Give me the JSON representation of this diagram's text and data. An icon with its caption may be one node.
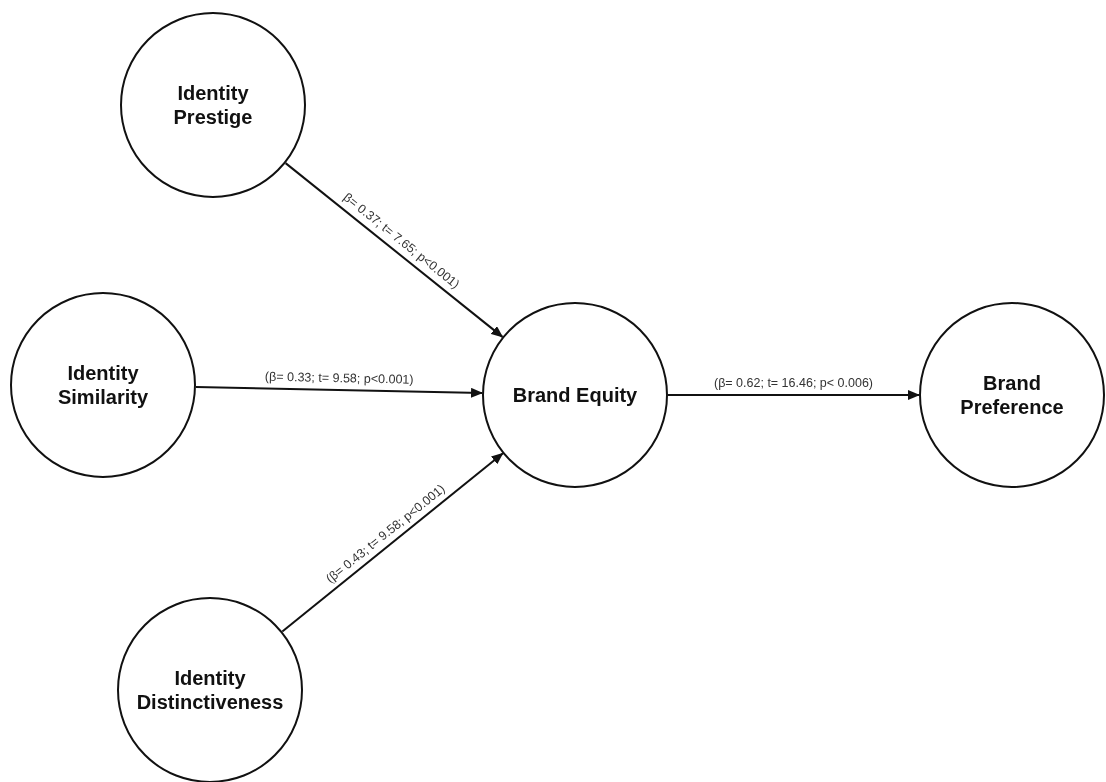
{
  "diagram": {
    "nodes": [
      {
        "text": [
          "Identity Prestige"
        ]
      },
      {
        "text": [
          "Identity Similarity"
        ]
      },
      {
        "text": [
          "Identity Distinctiveness"
        ]
      },
      {
        "text": [
          "Brand Equity"
        ]
      },
      {
        "text": [
          "Brand Preference"
        ]
      }
    ],
    "edges": [
      {
        "from": 0,
        "to": 3,
        "arrow": "to",
        "label": "β= 0.37; t= 7.65; p<0.001)"
      },
      {
        "from": 1,
        "to": 3,
        "arrow": "to",
        "label": "(β= 0.33; t= 9.58; p<0.001)"
      },
      {
        "from": 2,
        "to": 3,
        "arrow": "to",
        "label": "(β= 0.43; t= 9.58; p<0.001)"
      },
      {
        "from": 3,
        "to": 4,
        "arrow": "to",
        "label": "(β= 0.62; t= 16.46; p< 0.006)"
      }
    ]
  }
}
